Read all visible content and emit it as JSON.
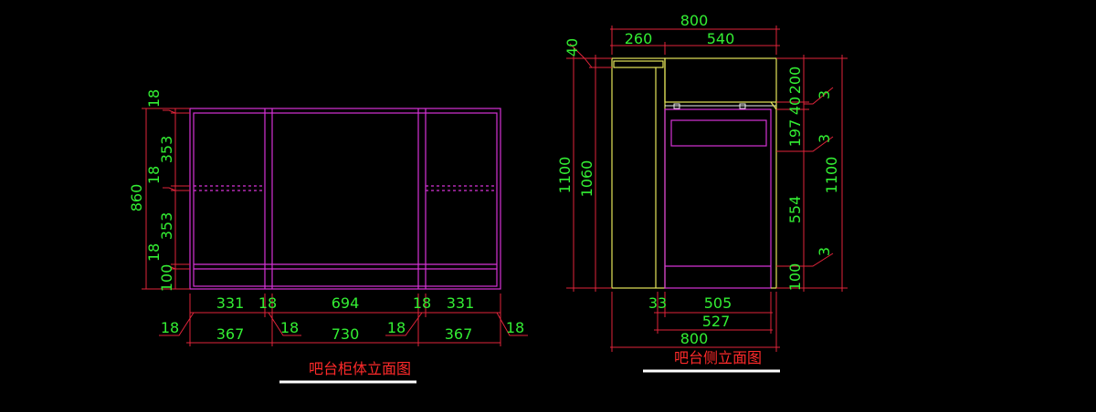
{
  "front": {
    "title": "吧台柜体立面图",
    "left_dims": [
      "18",
      "353",
      "18",
      "353",
      "18",
      "100"
    ],
    "left_total": "860",
    "bottom_row1": [
      "331",
      "18",
      "694",
      "18",
      "331"
    ],
    "bottom_row2": [
      "367",
      "730",
      "367"
    ],
    "bottom_row2_side": [
      "18",
      "18",
      "18",
      "18"
    ]
  },
  "side": {
    "title": "吧台侧立面图",
    "top_total": "800",
    "top_parts": [
      "260",
      "540"
    ],
    "top_small": "40",
    "left_outer": "1100",
    "left_inner": "1060",
    "right_parts": [
      "200",
      "40",
      "197",
      "554",
      "100"
    ],
    "right_small": [
      "3",
      "3",
      "3"
    ],
    "right_total": "1100",
    "bottom_row1": [
      "33",
      "505"
    ],
    "bottom_row2": "527",
    "bottom_row3": "800"
  },
  "colors": {
    "dimension_text": "#33ee33",
    "dimension_line": "#e0243a",
    "front_cabinet": "#d633d6",
    "side_cabinet": "#e6e65a",
    "title": "#ff2a2a"
  }
}
